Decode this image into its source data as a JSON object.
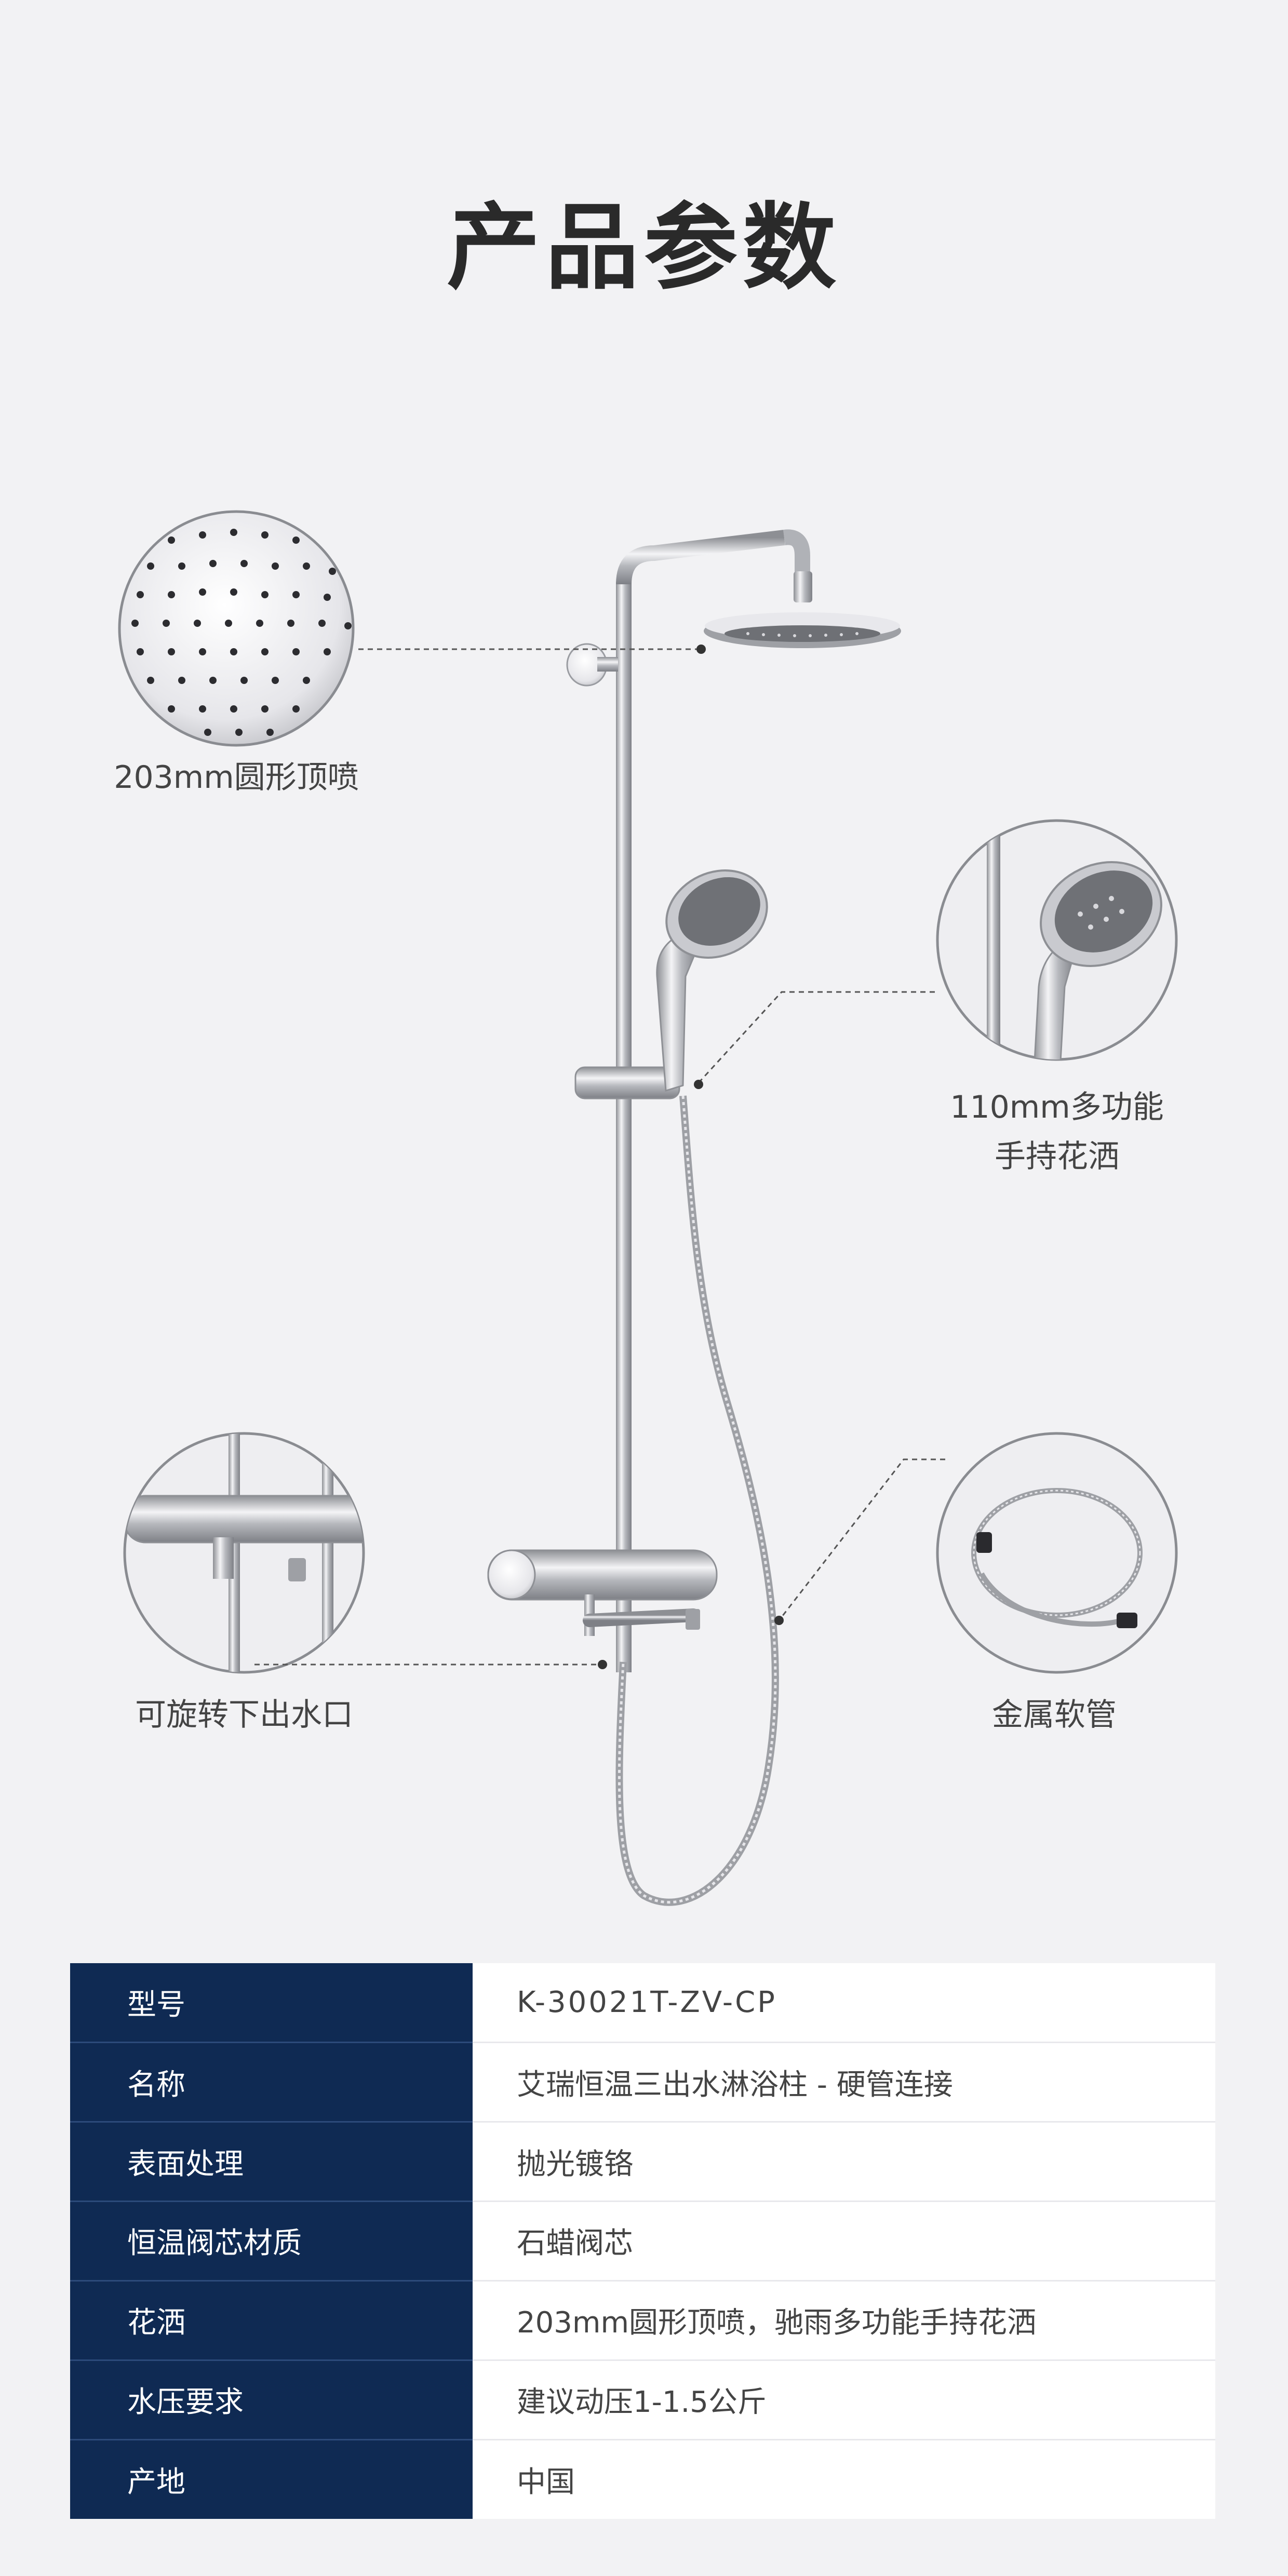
{
  "title": "产品参数",
  "features": {
    "rain_shower": "203mm圆形顶喷",
    "hand_shower_line1": "110mm多功能",
    "hand_shower_line2": "手持花洒",
    "spout": "可旋转下出水口",
    "hose": "金属软管"
  },
  "specs": [
    {
      "key": "型号",
      "value": "K-30021T-ZV-CP"
    },
    {
      "key": "名称",
      "value": "艾瑞恒温三出水淋浴柱 - 硬管连接"
    },
    {
      "key": "表面处理",
      "value": "抛光镀铬"
    },
    {
      "key": "恒温阀芯材质",
      "value": "石蜡阀芯"
    },
    {
      "key": "花洒",
      "value": "203mm圆形顶喷，驰雨多功能手持花洒"
    },
    {
      "key": "水压要求",
      "value": "建议动压1-1.5公斤"
    },
    {
      "key": "产地",
      "value": "中国"
    }
  ],
  "colors": {
    "table_header": "#0f2a53",
    "background": "#f2f2f4",
    "chrome": "#c8c8cc"
  },
  "icons": [
    "rain-shower-icon",
    "hand-shower-icon",
    "spout-icon",
    "hose-icon"
  ]
}
